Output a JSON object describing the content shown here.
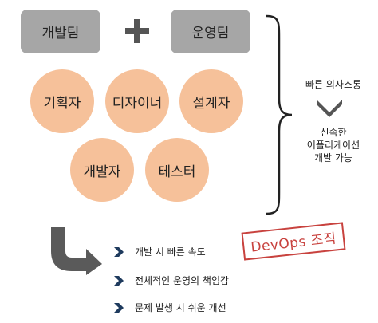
{
  "teams": {
    "dev": "개발팀",
    "ops": "운영팀"
  },
  "roles": [
    "기획자",
    "디자이너",
    "설계자",
    "개발자",
    "테스터"
  ],
  "outcome": {
    "fast_communication": "빠른 의사소통",
    "result_line1": "신속한",
    "result_line2": "어플리케이션",
    "result_line3": "개발 가능"
  },
  "benefits": [
    "개발 시 빠른 속도",
    "전체적인 운영의 책임감",
    "문제 발생 시 쉬운 개선"
  ],
  "stamp": "DevOps 조직",
  "colors": {
    "team_box": "#a6a6a6",
    "role_circle": "#f6c19a",
    "arrow": "#5a5a5a",
    "bullet": "#1f3b5e",
    "stamp": "#c8423e"
  }
}
